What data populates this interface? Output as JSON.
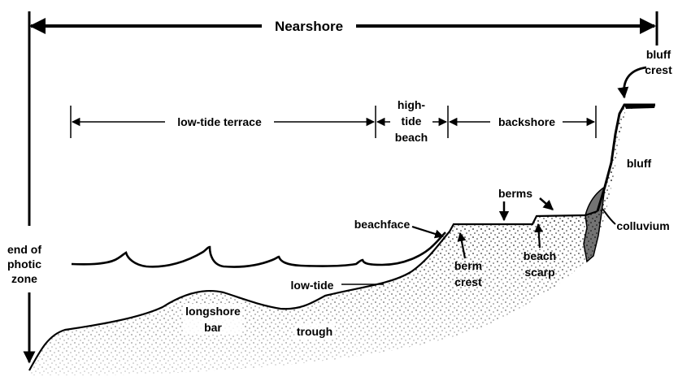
{
  "colors": {
    "ink": "#000000",
    "background": "#ffffff"
  },
  "labels": {
    "nearshore": "Nearshore",
    "low_tide_terrace": "low-tide terrace",
    "high_tide_beach_line1": "high-",
    "high_tide_beach_line2": "tide",
    "high_tide_beach_line3": "beach",
    "backshore": "backshore",
    "bluff_crest_line1": "bluff",
    "bluff_crest_line2": "crest",
    "bluff": "bluff",
    "berms": "berms",
    "beachface": "beachface",
    "colluvium": "colluvium",
    "end_of_photic_zone_line1": "end of",
    "end_of_photic_zone_line2": "photic",
    "end_of_photic_zone_line3": "zone",
    "berm_crest_line1": "berm",
    "berm_crest_line2": "crest",
    "beach_scarp_line1": "beach",
    "beach_scarp_line2": "scarp",
    "low_tide": "low-tide",
    "longshore_bar_line1": "longshore",
    "longshore_bar_line2": "bar",
    "trough": "trough"
  }
}
